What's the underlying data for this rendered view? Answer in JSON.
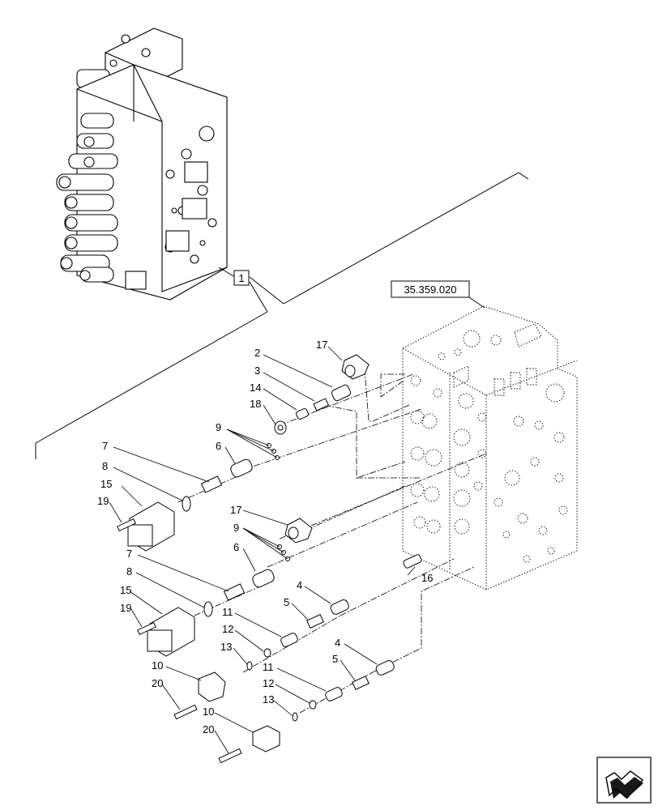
{
  "diagram": {
    "assembly_callout": "1",
    "reference_code": "35.359.020",
    "part_callouts": {
      "p17a": "17",
      "p2": "2",
      "p3": "3",
      "p14": "14",
      "p18": "18",
      "p9a": "9",
      "p6a": "6",
      "p7a": "7",
      "p8a": "8",
      "p15a": "15",
      "p19a": "19",
      "p17b": "17",
      "p9b": "9",
      "p6b": "6",
      "p16": "16",
      "p7b": "7",
      "p8b": "8",
      "p15b": "15",
      "p19b": "19",
      "p4a": "4",
      "p5a": "5",
      "p11a": "11",
      "p12a": "12",
      "p13a": "13",
      "p10a": "10",
      "p20a": "20",
      "p4b": "4",
      "p5b": "5",
      "p11b": "11",
      "p12b": "12",
      "p13b": "13",
      "p10b": "10",
      "p20b": "20"
    },
    "nav_icon": "arrow-icon"
  }
}
